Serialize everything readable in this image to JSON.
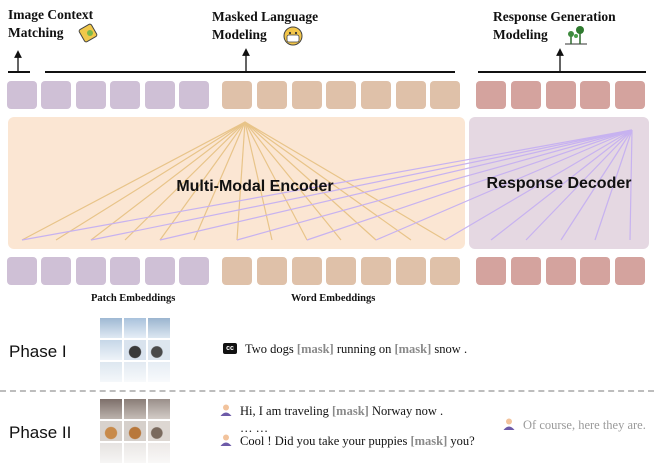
{
  "heads": {
    "itm": [
      "Image Context",
      "Matching"
    ],
    "mlm": [
      "Masked Language",
      "Modeling"
    ],
    "rgm": [
      "Response Generation",
      "Modeling"
    ]
  },
  "encoder_label": "Multi-Modal Encoder",
  "decoder_label": "Response Decoder",
  "captions": {
    "patch": "Patch Embeddings",
    "word": "Word Embeddings"
  },
  "phase1": {
    "label": "Phase  I",
    "caption": {
      "pre": "Two dogs ",
      "mask1": "[mask]",
      "mid": " running on ",
      "mask2": "[mask]",
      "post": " snow ."
    }
  },
  "phase2": {
    "label": "Phase  II",
    "line1": {
      "pre": "Hi, I am traveling ",
      "mask": "[mask]",
      "post": " Norway now ."
    },
    "ellipsis": "…        …",
    "line2": {
      "pre": "Cool ! Did you take your puppies ",
      "mask": "[mask]",
      "post": " you?"
    },
    "response": "Of course, here they are."
  },
  "colors": {
    "image_token": "#cfc0d6",
    "word_token": "#dfc1a9",
    "response_token": "#d4a39e",
    "encoder_bg": "#fbe6d3",
    "decoder_bg": "#e5d8e2",
    "encoder_lines": "#e8c489",
    "decoder_lines": "#c7b2f0"
  }
}
